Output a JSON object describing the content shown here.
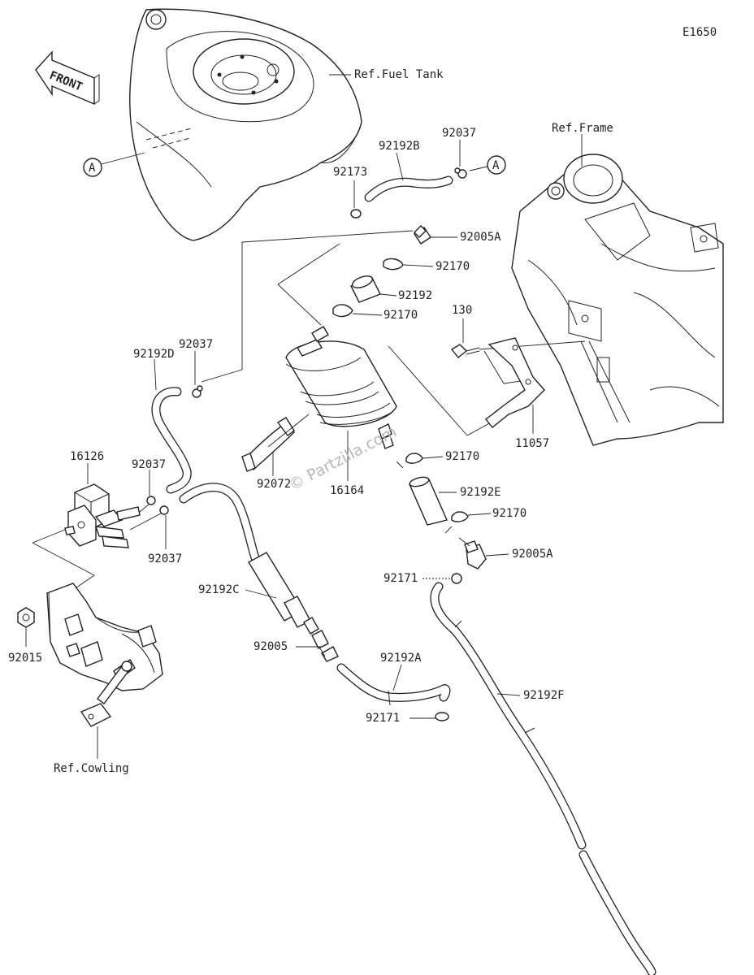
{
  "diagram_code": "E1650",
  "front_marker": "FRONT",
  "watermark": "© Partzilla.com",
  "references": {
    "fuel_tank": "Ref.Fuel Tank",
    "frame": "Ref.Frame",
    "cowling": "Ref.Cowling"
  },
  "callout_letter": "A",
  "parts": {
    "p92192B": "92192B",
    "p92037_top": "92037",
    "p92173": "92173",
    "p92005A_top": "92005A",
    "p92170_a": "92170",
    "p92192": "92192",
    "p92170_b": "92170",
    "p130": "130",
    "p92037_mid": "92037",
    "p92192D": "92192D",
    "p16126": "16126",
    "p92037_l1": "92037",
    "p92037_l2": "92037",
    "p92072": "92072",
    "p16164": "16164",
    "p92170_c": "92170",
    "p92192E": "92192E",
    "p92170_d": "92170",
    "p92005A_low": "92005A",
    "p92171_a": "92171",
    "p11057": "11057",
    "p92192C": "92192C",
    "p92005": "92005",
    "p92192A": "92192A",
    "p92171_b": "92171",
    "p92192F": "92192F",
    "p92015": "92015"
  }
}
